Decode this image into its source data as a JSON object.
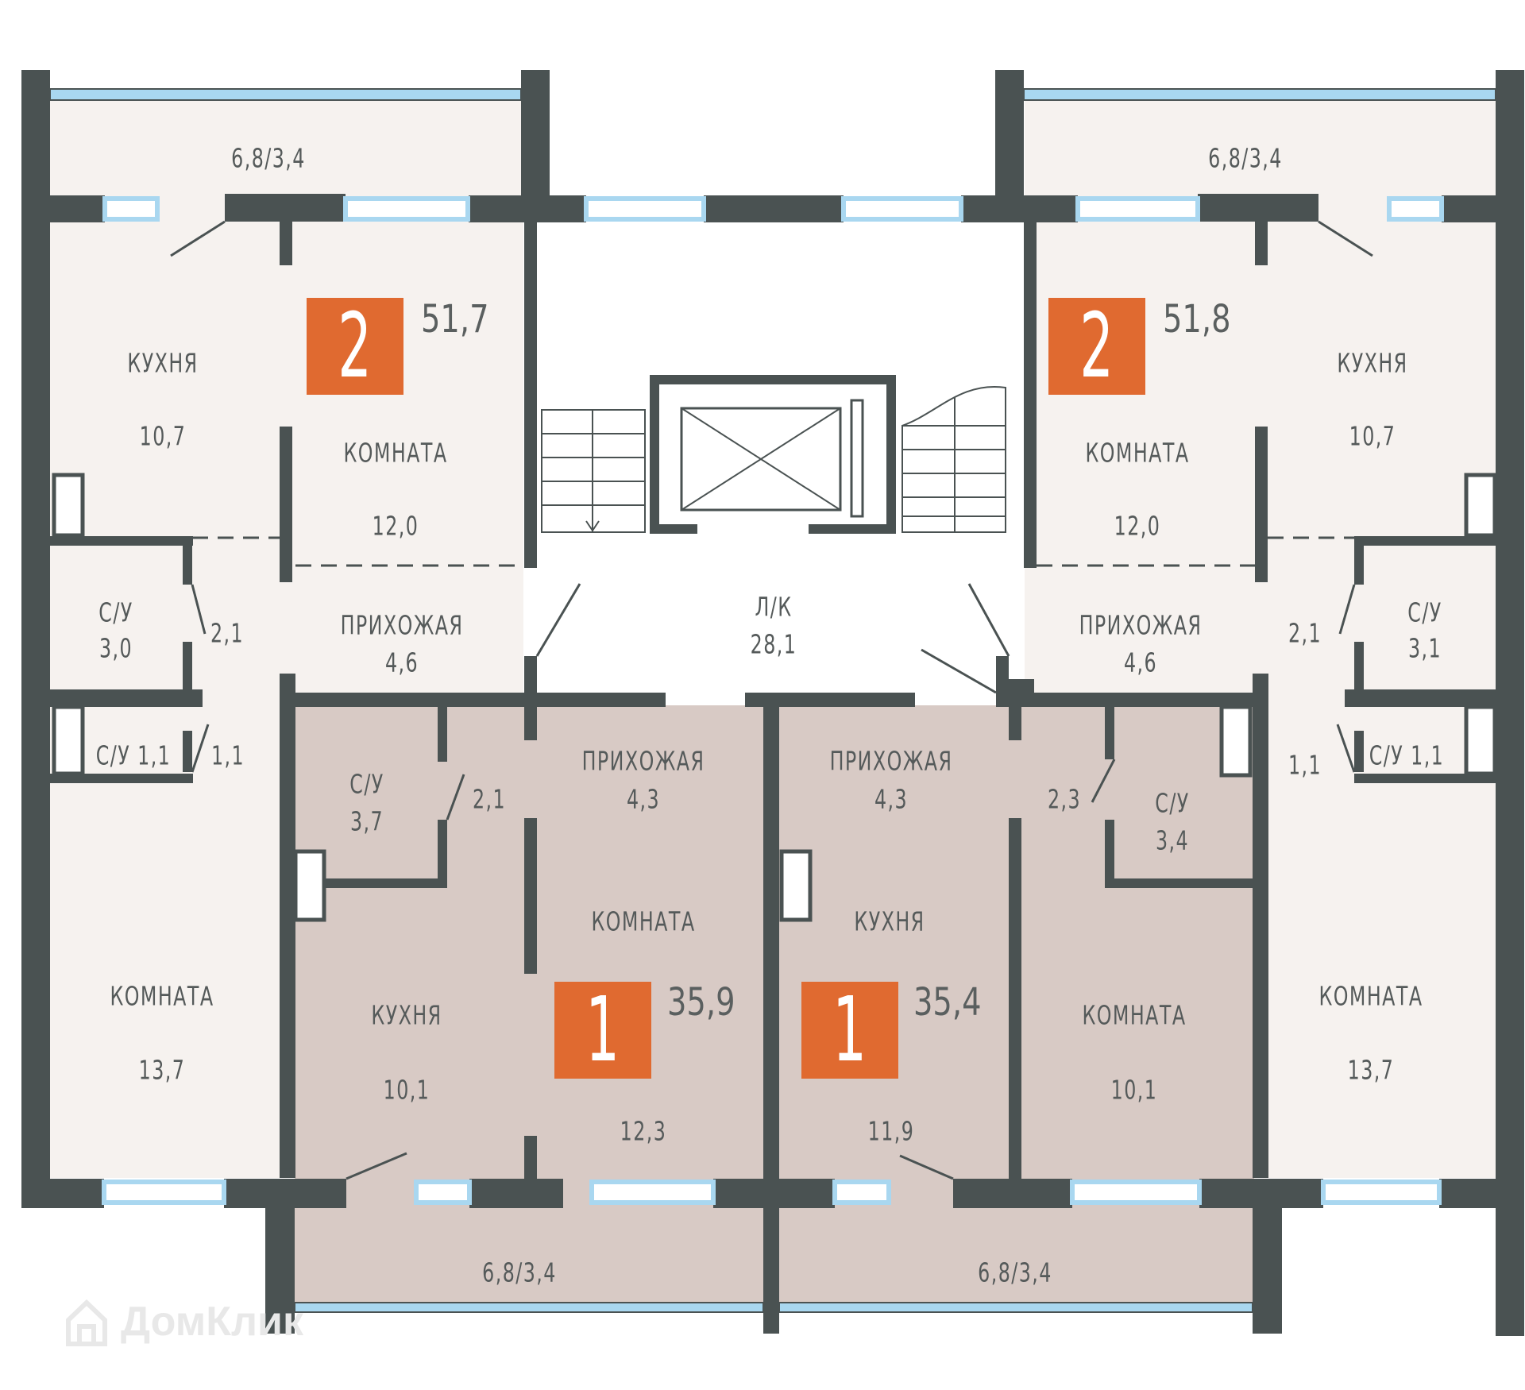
{
  "colors": {
    "wall": "#4a5252",
    "flat_light": "#f6f2ef",
    "flat_dark": "#d8cac5",
    "window_glass": "#a9d7f0",
    "badge": "#e06a30",
    "label": "#555a5a"
  },
  "apartments": [
    {
      "rooms": "2",
      "area": "51,7"
    },
    {
      "rooms": "2",
      "area": "51,8"
    },
    {
      "rooms": "1",
      "area": "35,9"
    },
    {
      "rooms": "1",
      "area": "35,4"
    }
  ],
  "labels": {
    "balcony_a": "6,8/3,4",
    "balcony_b": "6,8/3,4",
    "balcony_c": "6,8/3,4",
    "balcony_d": "6,8/3,4",
    "a_kitchen": "КУХНЯ",
    "a_kitchen_area": "10,7",
    "a_room": "КОМНАТА",
    "a_room_area": "12,0",
    "a_bath1": "С/У",
    "a_bath1_area": "3,0",
    "a_door1": "2,1",
    "a_hall": "ПРИХОЖАЯ",
    "a_hall_area": "4,6",
    "a_bath2": "С/У  1,1",
    "a_corr": "1,1",
    "a_room2": "КОМНАТА",
    "a_room2_area": "13,7",
    "b_kitchen": "КУХНЯ",
    "b_kitchen_area": "10,7",
    "b_room": "КОМНАТА",
    "b_room_area": "12,0",
    "b_bath1": "С/У",
    "b_bath1_area": "3,1",
    "b_door1": "2,1",
    "b_hall": "ПРИХОЖАЯ",
    "b_hall_area": "4,6",
    "b_bath2": "С/У  1,1",
    "b_corr": "1,1",
    "b_room2": "КОМНАТА",
    "b_room2_area": "13,7",
    "lk": "Л/К",
    "lk_area": "28,1",
    "c_hall": "ПРИХОЖАЯ",
    "c_hall_area": "4,3",
    "c_bath": "С/У",
    "c_bath_area": "3,7",
    "c_door": "2,1",
    "c_room": "КОМНАТА",
    "c_room_area": "12,3",
    "c_kitchen": "КУХНЯ",
    "c_kitchen_area": "10,1",
    "d_hall": "ПРИХОЖАЯ",
    "d_hall_area": "4,3",
    "d_door": "2,3",
    "d_bath": "С/У",
    "d_bath_area": "3,4",
    "d_kitchen": "КУХНЯ",
    "d_kitchen_area": "11,9",
    "d_room": "КОМНАТА",
    "d_room_area": "10,1"
  },
  "watermark": {
    "text": "ДомКлик",
    "icon": "house-icon"
  }
}
